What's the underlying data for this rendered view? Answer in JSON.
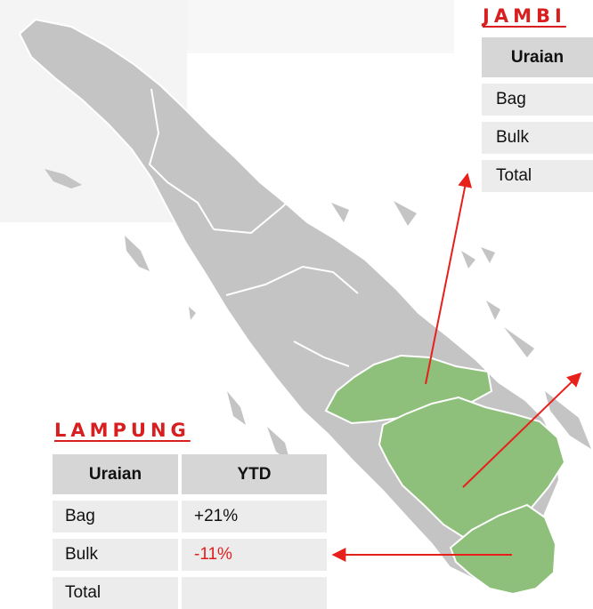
{
  "regions": {
    "jambi": {
      "title": "JAMBI",
      "headers": [
        "Uraian"
      ],
      "rows": [
        "Bag",
        "Bulk",
        "Total"
      ]
    },
    "lampung": {
      "title": "LAMPUNG",
      "headers": [
        "Uraian",
        "YTD"
      ],
      "rows": [
        {
          "label": "Bag",
          "value": "+21%"
        },
        {
          "label": "Bulk",
          "value": "-11%"
        },
        {
          "label": "Total",
          "value": ""
        }
      ]
    }
  },
  "colors": {
    "land": "#c4c4c4",
    "highlight": "#8ec07c",
    "border": "#ffffff",
    "arrow": "#e8201c",
    "title": "#d81e1e",
    "negative": "#e0201c"
  }
}
